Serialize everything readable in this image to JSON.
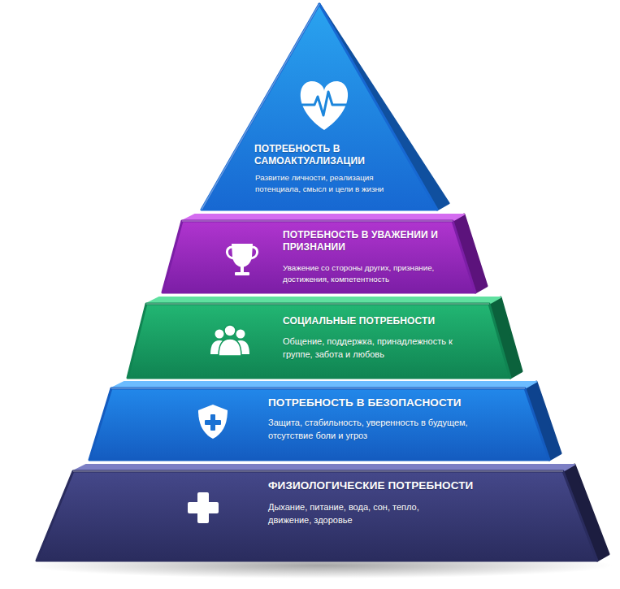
{
  "diagram": {
    "nodes": [
      {
        "text": [
          "ПОТРЕБНОСТЬ В САМОАКТУАЛИЗАЦИИ",
          "Развитие личности, реализация потенциала, смысл и цели в жизни"
        ]
      },
      {
        "text": [
          "ПОТРЕБНОСТЬ В УВАЖЕНИИ И ПРИЗНАНИИ",
          "Уважение со стороны других, признание, достижения, компетентность"
        ]
      },
      {
        "text": [
          "СОЦИАЛЬНЫЕ ПОТРЕБНОСТИ",
          "Общение, поддержка, принадлежность к группе, забота и любовь"
        ]
      },
      {
        "text": [
          "ПОТРЕБНОСТЬ В БЕЗОПАСНОСТИ",
          "Защита, стабильность, уверенность в будущем, отсутствие боли и угроз"
        ]
      },
      {
        "text": [
          "ФИЗИОЛОГИЧЕСКИЕ ПОТРЕБНОСТИ",
          "Дыхание, питание, вода, сон, тепло, движение, здоровье"
        ]
      }
    ]
  }
}
